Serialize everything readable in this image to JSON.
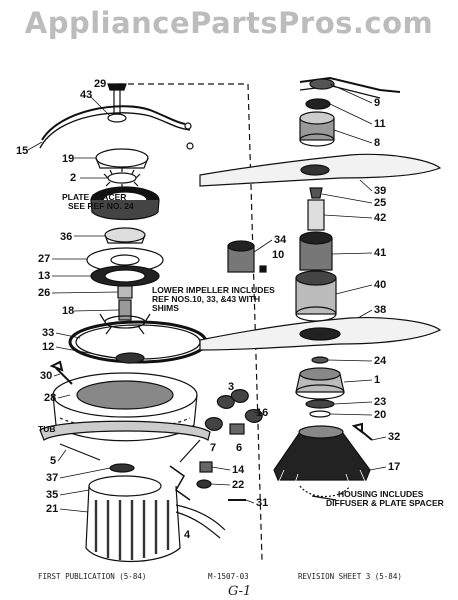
{
  "watermark": "AppliancePartsPros.com",
  "notes": {
    "plate_spacer": [
      "PLATE SPACER",
      "SEE REF NO. 24"
    ],
    "lower_impeller": [
      "LOWER IMPELLER INCLUDES",
      "REF NOS.10, 33, &43 WITH",
      "SHIMS"
    ],
    "housing": [
      "HOUSING INCLUDES",
      "DIFFUSER & PLATE SPACER"
    ],
    "tub": "TUB"
  },
  "callouts": [
    "29",
    "43",
    "15",
    "19",
    "2",
    "36",
    "27",
    "13",
    "26",
    "18",
    "33",
    "12",
    "30",
    "28",
    "5",
    "37",
    "35",
    "21",
    "9",
    "11",
    "8",
    "39",
    "25",
    "42",
    "34",
    "10",
    "41",
    "40",
    "38",
    "24",
    "1",
    "23",
    "20",
    "3",
    "16",
    "7",
    "6",
    "14",
    "22",
    "31",
    "4",
    "32",
    "17"
  ],
  "footer": {
    "left": "FIRST PUBLICATION (5-84)",
    "center": "M-1507-03",
    "right": "REVISION SHEET 3 (5-84)",
    "signature": "G-1"
  }
}
